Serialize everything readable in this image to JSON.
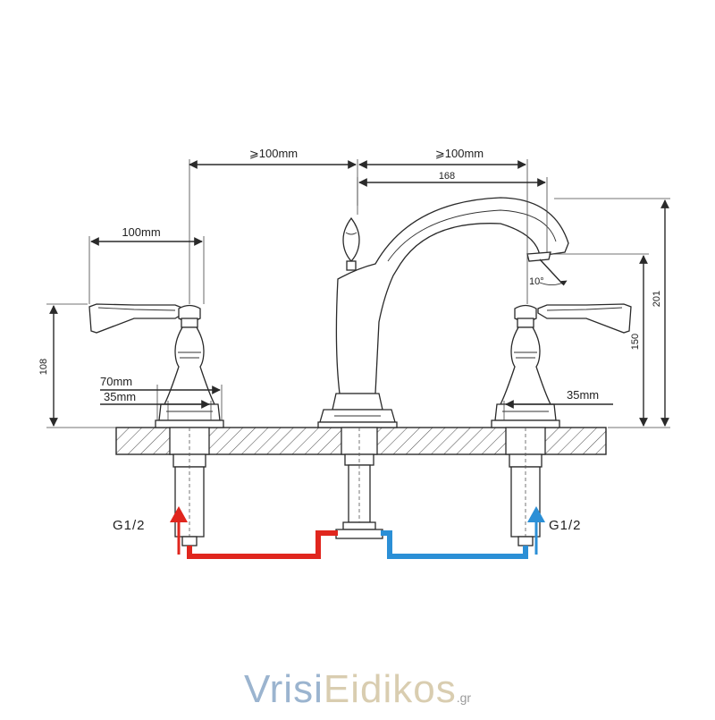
{
  "dimensions": {
    "top_left_min": "⩾100mm",
    "top_right_min": "⩾100mm",
    "spout_reach": "168",
    "left_handle_span": "100mm",
    "left_height": "108",
    "left_base_outer": "70mm",
    "left_base_inner": "35mm",
    "right_base": "35mm",
    "right_height_spout": "150",
    "right_height_total": "201",
    "spout_angle": "10°"
  },
  "connections": {
    "left_label": "G1/2",
    "right_label": "G1/2"
  },
  "colors": {
    "hot": "#e0261e",
    "cold": "#2b8fd6",
    "line": "#2a2a2a"
  },
  "brand": {
    "part1": "Vrisi",
    "part2": "Eidikos",
    "suffix": ".gr"
  }
}
